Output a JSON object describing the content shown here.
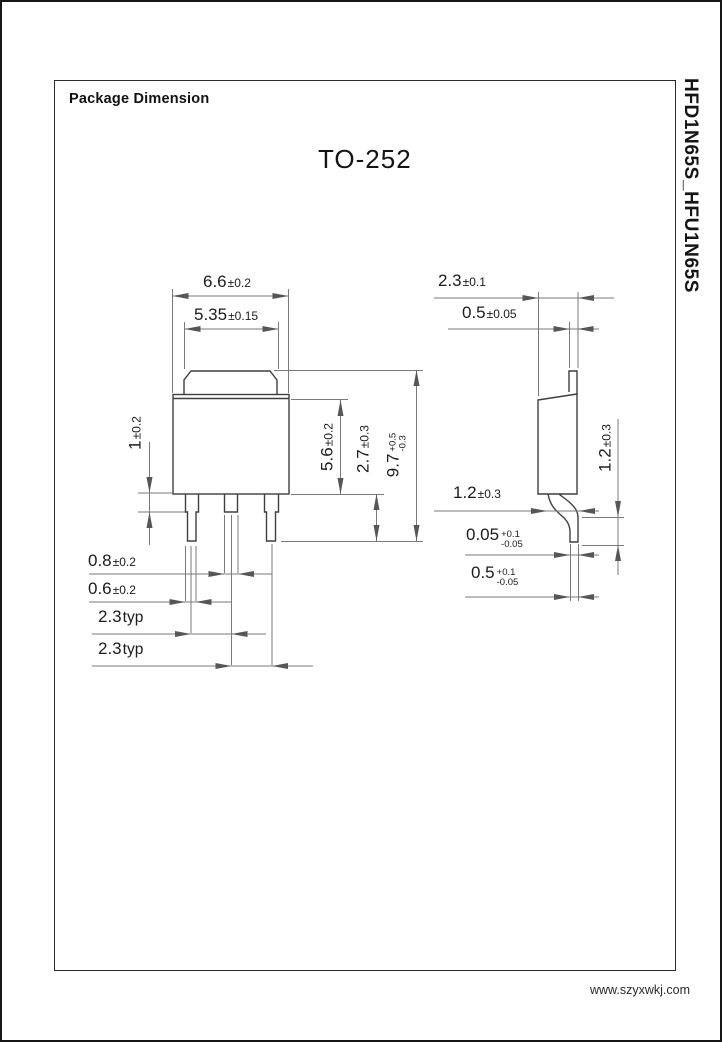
{
  "header": {
    "title": "Package Dimension"
  },
  "drawing": {
    "package_name": "TO-252"
  },
  "side_label": {
    "part_number": "HFD1N65S_HFU1N65S"
  },
  "footer": {
    "website": "www.szyxwkj.com"
  },
  "dims": {
    "front_body_width": {
      "v": "6.6",
      "t": "±0.2"
    },
    "front_tab_width": {
      "v": "5.35",
      "t": "±0.15"
    },
    "front_lead_shoulder": {
      "v": "1",
      "t": "±0.2"
    },
    "front_body_height": {
      "v": "5.6",
      "t": "±0.2"
    },
    "front_lead_length": {
      "v": "2.7",
      "t": "±0.3"
    },
    "front_overall_height": {
      "v": "9.7",
      "tp": "+0.5",
      "tm": "-0.3"
    },
    "front_mid_lead_width": {
      "v": "0.8",
      "t": "±0.2"
    },
    "front_lead_width": {
      "v": "0.6",
      "t": "±0.2"
    },
    "front_pitch_1": {
      "v": "2.3",
      "s": "typ"
    },
    "front_pitch_2": {
      "v": "2.3",
      "s": "typ"
    },
    "side_body_thickness": {
      "v": "2.3",
      "t": "±0.1"
    },
    "side_tab_thickness": {
      "v": "0.5",
      "t": "±0.05"
    },
    "side_lead_bend": {
      "v": "1.2",
      "t": "±0.3"
    },
    "side_standoff": {
      "v": "0.05",
      "tp": "+0.1",
      "tm": "-0.05"
    },
    "side_lead_thickness": {
      "v": "0.5",
      "tp": "+0.1",
      "tm": "-0.05"
    },
    "side_lead_height": {
      "v": "1.2",
      "t": "±0.3"
    }
  },
  "colors": {
    "outline": "#3f3f3f",
    "dim_line": "#7a7a7a",
    "arrow": "#565656",
    "text": "#1b1b1b"
  }
}
